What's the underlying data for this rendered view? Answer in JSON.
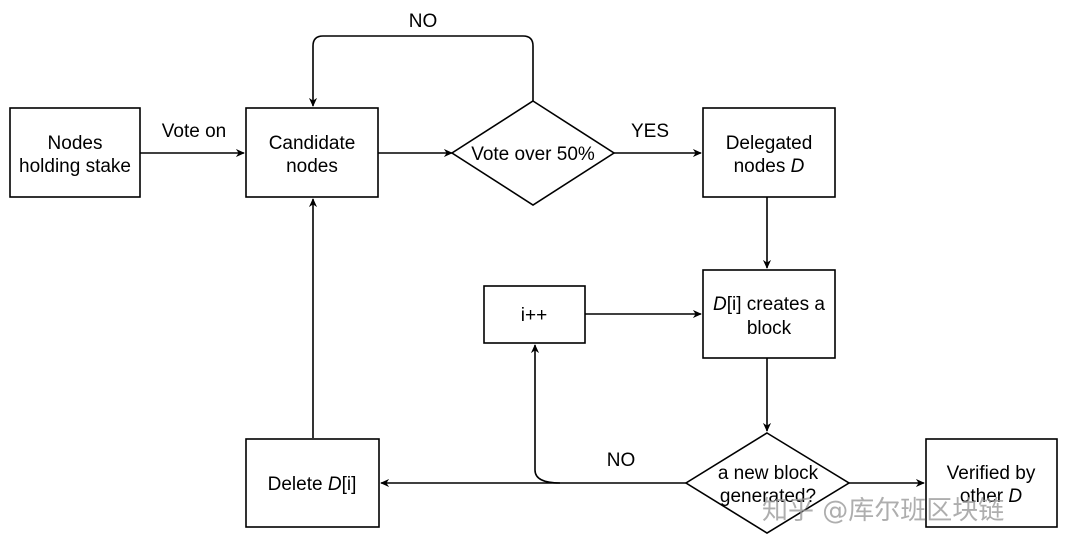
{
  "diagram": {
    "nodes": {
      "stake": {
        "line1": "Nodes",
        "line2": "holding stake"
      },
      "candidate": {
        "line1": "Candidate",
        "line2": "nodes"
      },
      "vote": {
        "text": "Vote over 50%"
      },
      "delegated": {
        "line1": "Delegated",
        "line2_prefix": "nodes ",
        "line2_var": "D"
      },
      "creates": {
        "line1_var": "D",
        "line1_suffix": "[i] creates a",
        "line2": "block"
      },
      "increment": {
        "text": "i++"
      },
      "newblock": {
        "line1": "a new block",
        "line2": "generated?"
      },
      "verified": {
        "line1": "Verified by",
        "line2_prefix": "other ",
        "line2_var": "D"
      },
      "delete": {
        "prefix": "Delete ",
        "var": "D",
        "suffix": "[i]"
      }
    },
    "edge_labels": {
      "vote_on": "Vote on",
      "no_top": "NO",
      "yes": "YES",
      "no_bottom": "NO"
    }
  },
  "watermark": "知乎 @库尔班区块链"
}
